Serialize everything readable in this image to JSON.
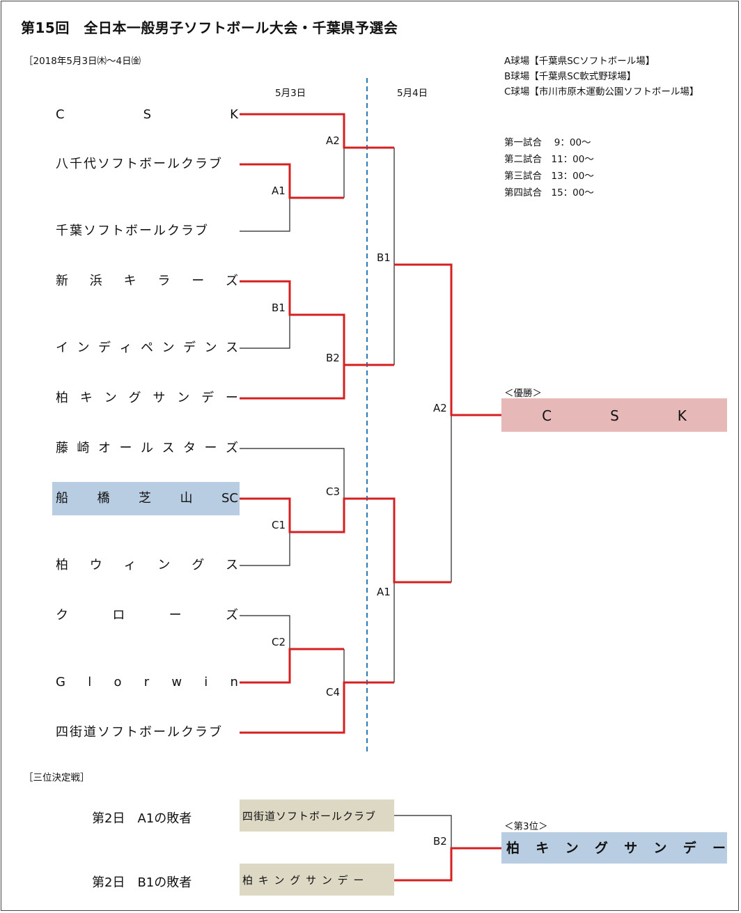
{
  "title": "第15回　全日本一般男子ソフトボール大会・千葉県予選会",
  "dates": "［2018年5月3日㈭～4日㈮",
  "day_headers": [
    "5月3日",
    "5月4日"
  ],
  "venues": [
    "A球場【千葉県SCソフトボール場】",
    "B球場【千葉県SC軟式野球場】",
    "C球場【市川市原木運動公園ソフトボール場】"
  ],
  "schedule": [
    "第一試合　 9：00～",
    "第二試合　11：00～",
    "第三試合　13：00～",
    "第四試合　15：00～"
  ],
  "teams": [
    {
      "name": "CSK",
      "chars": [
        "C",
        "S",
        "K"
      ]
    },
    {
      "name": "八千代ソフトボールクラブ",
      "chars": [
        "八千代ソフトボールクラブ"
      ]
    },
    {
      "name": "千葉ソフトボールクラブ",
      "chars": [
        "千葉ソフトボールクラブ"
      ]
    },
    {
      "name": "新浜キラーズ",
      "chars": [
        "新",
        "浜",
        "キ",
        "ラ",
        "ー",
        "ズ"
      ]
    },
    {
      "name": "インディペンデンス",
      "chars": [
        "イ",
        "ン",
        "デ",
        "ィ",
        "ペ",
        "ン",
        "デ",
        "ン",
        "ス"
      ]
    },
    {
      "name": "柏キングサンデー",
      "chars": [
        "柏",
        "キ",
        "ン",
        "グ",
        "サ",
        "ン",
        "デ",
        "ー"
      ]
    },
    {
      "name": "藤崎オールスターズ",
      "chars": [
        "藤",
        "崎",
        "オ",
        "ー",
        "ル",
        "ス",
        "タ",
        "ー",
        "ズ"
      ]
    },
    {
      "name": "船橋芝山SC",
      "chars": [
        "船",
        "橋",
        "芝",
        "山",
        "SC"
      ]
    },
    {
      "name": "柏ウィングス",
      "chars": [
        "柏",
        "ウ",
        "ィ",
        "ン",
        "グ",
        "ス"
      ]
    },
    {
      "name": "クローズ",
      "chars": [
        "ク",
        "ロ",
        "ー",
        "ズ"
      ]
    },
    {
      "name": "Glorwin",
      "chars": [
        "G",
        "l",
        "o",
        "r",
        "w",
        "i",
        "n"
      ]
    },
    {
      "name": "四街道ソフトボールクラブ",
      "chars": [
        "四街道ソフトボールクラブ"
      ]
    }
  ],
  "match_labels": [
    "A2",
    "A1",
    "B1",
    "B2",
    "C3",
    "C1",
    "C2",
    "C4",
    "B1",
    "A1",
    "A2",
    "B2"
  ],
  "champion": {
    "label": "＜優勝＞",
    "name": "C　S　K"
  },
  "third_place": {
    "section_label": "［三位決定戦］",
    "label": "＜第3位＞",
    "name": "柏キングサンデー",
    "name_chars": [
      "柏",
      "キ",
      "ン",
      "グ",
      "サ",
      "ン",
      "デ",
      "ー"
    ],
    "entries": [
      {
        "desc": "第2日　A1の敗者",
        "team": "四街道ソフトボールクラブ"
      },
      {
        "desc": "第2日　B1の敗者",
        "team": "柏 キ ン グ サ ン デ ー"
      }
    ]
  },
  "colors": {
    "winner_line": "#d42020",
    "loser_line": "#222222",
    "divider": "#2a7ab8",
    "champion_fill": "#e6b8b8",
    "highlight_fill": "#b9cde2",
    "tan_fill": "#ddd8c4"
  }
}
